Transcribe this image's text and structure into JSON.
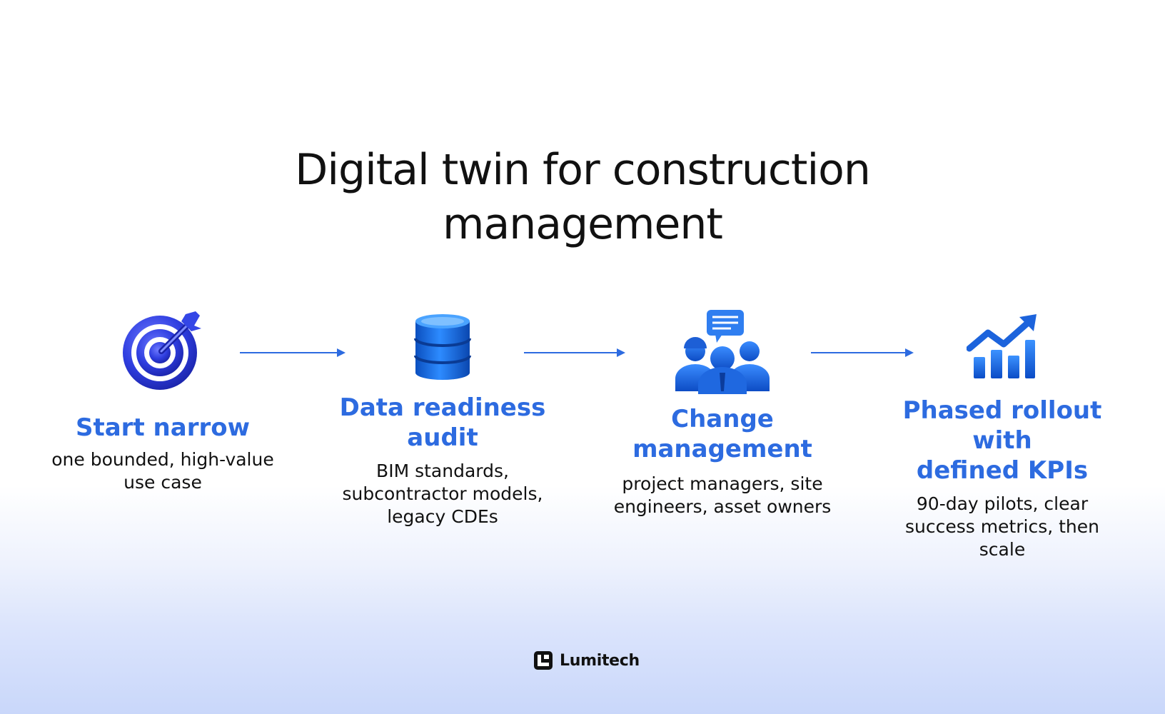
{
  "title": {
    "line1": "Digital twin for construction",
    "line2": "management"
  },
  "steps": [
    {
      "icon": "target-icon",
      "heading_lines": [
        "Start narrow"
      ],
      "desc_lines": [
        "one bounded, high-value",
        "use case"
      ]
    },
    {
      "icon": "database-icon",
      "heading_lines": [
        "Data readiness",
        "audit"
      ],
      "desc_lines": [
        "BIM standards,",
        "subcontractor models,",
        "legacy CDEs"
      ]
    },
    {
      "icon": "team-icon",
      "heading_lines": [
        "Change",
        "management"
      ],
      "desc_lines": [
        "project managers, site",
        "engineers, asset owners"
      ]
    },
    {
      "icon": "growth-chart-icon",
      "heading_lines": [
        "Phased rollout with",
        "defined KPIs"
      ],
      "desc_lines": [
        "90-day pilots, clear",
        "success metrics, then",
        "scale"
      ]
    }
  ],
  "brand": {
    "name": "Lumitech",
    "accent_color": "#2d6be0"
  }
}
